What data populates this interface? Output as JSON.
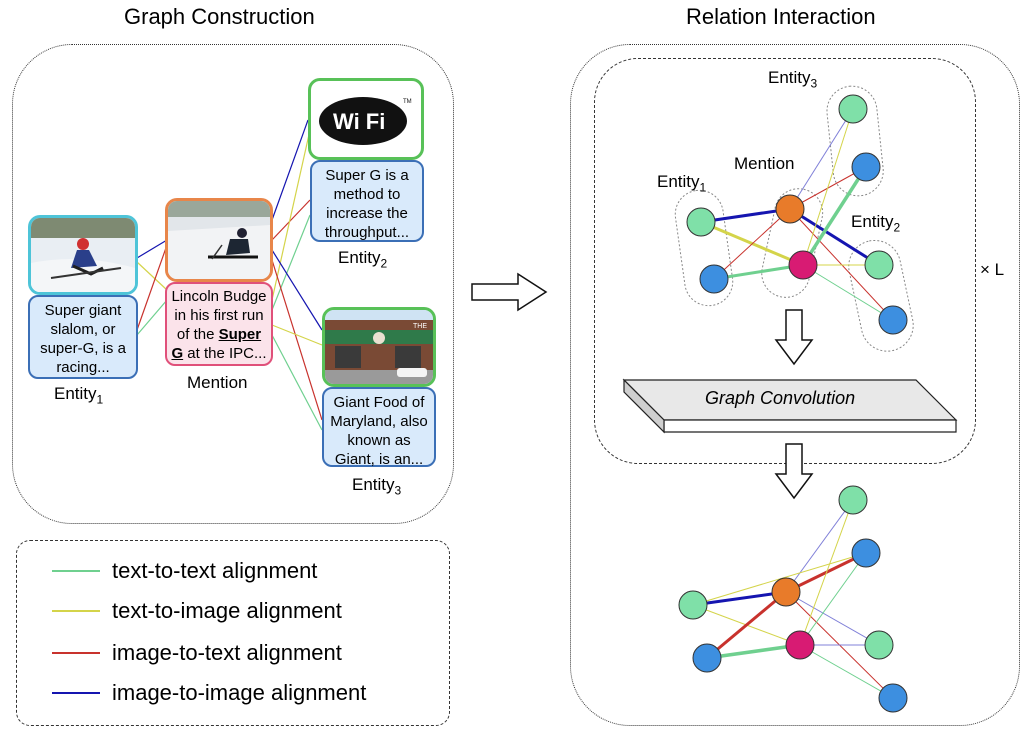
{
  "titles": {
    "left": "Graph Construction",
    "right": "Relation Interaction"
  },
  "entity1": {
    "text": "Super giant slalom, or super-G, is a racing...",
    "label_main": "Entity",
    "label_sub": "1"
  },
  "mention": {
    "text_before": "Lincoln Budge in his first run of the ",
    "text_bold": "Super G",
    "text_after": " at the IPC...",
    "label": "Mention"
  },
  "entity2": {
    "logo_text": "Wi Fi",
    "logo_tm": "TM",
    "text": "Super G is a method to increase the throughput...",
    "label_main": "Entity",
    "label_sub": "2"
  },
  "entity3": {
    "store_sign": "THE",
    "text": "Giant Food of Maryland, also known as Giant, is an...",
    "label_main": "Entity",
    "label_sub": "3"
  },
  "relation": {
    "entity1_main": "Entity",
    "entity1_sub": "1",
    "entity2_main": "Entity",
    "entity2_sub": "2",
    "entity3_main": "Entity",
    "entity3_sub": "3",
    "mention": "Mention",
    "layers": "× L",
    "graph_conv": "Graph Convolution"
  },
  "legend": [
    {
      "label": "text-to-text alignment",
      "color": "#6fd08f"
    },
    {
      "label": "text-to-image alignment",
      "color": "#d4d44a"
    },
    {
      "label": "image-to-text alignment",
      "color": "#c8322d"
    },
    {
      "label": "image-to-image alignment",
      "color": "#1515b0"
    }
  ],
  "colors": {
    "text_node": "#7fe0a8",
    "image_node": "#3d8fe0",
    "mention_node": "#d81b73",
    "mention_image_node": "#e87b2a",
    "entity1_border": "#4ec4d8",
    "mention_border": "#e8864a",
    "entity_image_border": "#58c158",
    "text_border": "#3b6fb6"
  }
}
